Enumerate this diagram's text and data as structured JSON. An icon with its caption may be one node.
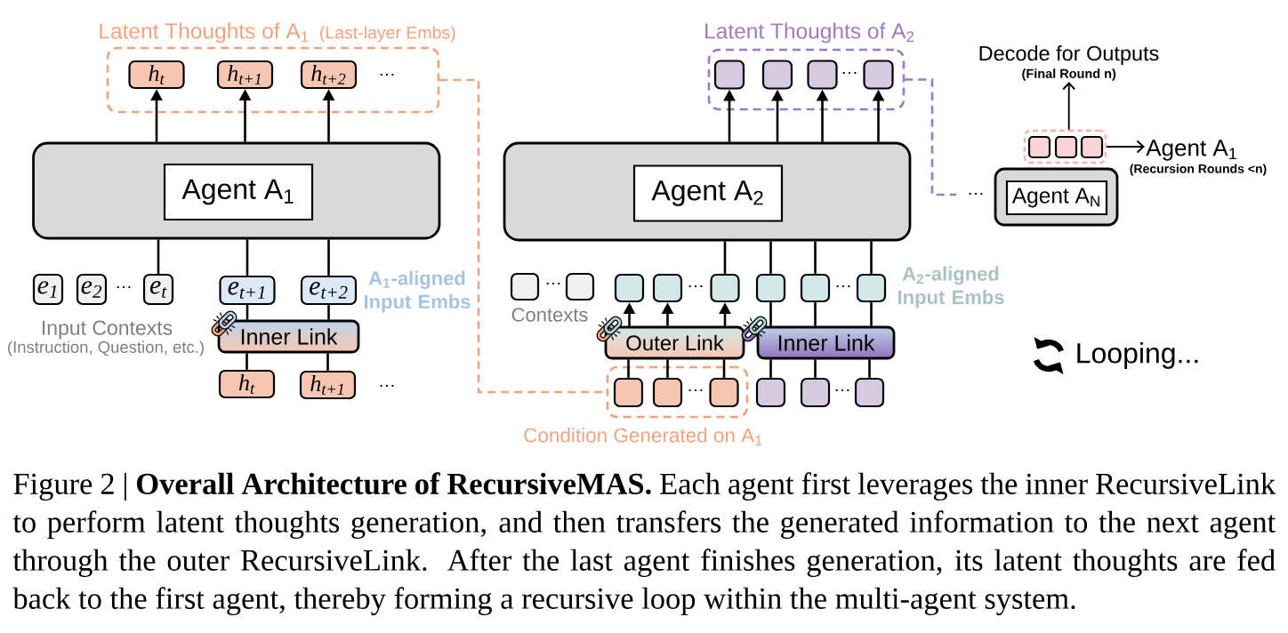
{
  "diagram": {
    "caption": "Figure 2 | **Overall Architecture of RecursiveMAS.** Each agent first leverages the inner RecursiveLink to perform latent thoughts generation, and then transfers the generated information to the next agent through the outer RecursiveLink. After the last agent finishes generation, its latent thoughts are fed back to the first agent, thereby forming a recursive loop within the multi-agent system.",
    "nodes": [
      {
        "text": [
          "Latent Thoughts of A$_{1}$",
          "(Last-layer Embs)"
        ]
      },
      {
        "text": [
          "h$_{t}$"
        ],
        "in": 0
      },
      {
        "text": [
          "h$_{t+1}$"
        ],
        "in": 0
      },
      {
        "text": [
          "h$_{t+2}$"
        ],
        "in": 0
      },
      {
        "text": [],
        "shape": "box"
      },
      {
        "text": [
          "Agent A$_{1}$"
        ],
        "in": 4
      },
      {
        "text": [
          "e$_{1}$"
        ]
      },
      {
        "text": [
          "e$_{2}$"
        ]
      },
      {
        "text": [
          "e$_{t}$"
        ]
      },
      {
        "text": [
          "e$_{t+1}$"
        ]
      },
      {
        "text": [
          "e$_{t+2}$"
        ]
      },
      {
        "text": [
          "Inner Link"
        ]
      },
      {
        "text": [
          "h$_{t}$"
        ]
      },
      {
        "text": [
          "h$_{t+1}$"
        ]
      },
      {
        "text": [
          "Latent Thoughts of A$_{2}$"
        ]
      },
      {
        "text": [],
        "shape": "box",
        "in": 14
      },
      {
        "text": [],
        "shape": "box",
        "in": 14
      },
      {
        "text": [],
        "shape": "box",
        "in": 14
      },
      {
        "text": [],
        "shape": "box",
        "in": 14
      },
      {
        "text": [],
        "shape": "box"
      },
      {
        "text": [
          "Agent A$_{2}$"
        ],
        "in": 19
      },
      {
        "text": [],
        "shape": "box"
      },
      {
        "text": [],
        "shape": "box"
      },
      {
        "text": [],
        "shape": "box"
      },
      {
        "text": [],
        "shape": "box"
      },
      {
        "text": [],
        "shape": "box"
      },
      {
        "text": [],
        "shape": "box"
      },
      {
        "text": [],
        "shape": "box"
      },
      {
        "text": [],
        "shape": "box"
      },
      {
        "text": [
          "Outer Link"
        ]
      },
      {
        "text": [
          "Inner Link"
        ]
      },
      {
        "text": [
          "Condition Generated on A$_{1}$"
        ]
      },
      {
        "text": [],
        "shape": "box",
        "in": 31
      },
      {
        "text": [],
        "shape": "box",
        "in": 31
      },
      {
        "text": [],
        "shape": "box",
        "in": 31
      },
      {
        "text": [],
        "shape": "box"
      },
      {
        "text": [],
        "shape": "box"
      },
      {
        "text": [],
        "shape": "box"
      },
      {
        "text": [],
        "shape": "box"
      },
      {
        "text": [],
        "shape": "box",
        "in": 38
      },
      {
        "text": [],
        "shape": "box",
        "in": 38
      },
      {
        "text": [],
        "shape": "box",
        "in": 38
      },
      {
        "text": [],
        "shape": "box"
      },
      {
        "text": [
          "Agent A$_{N}$"
        ],
        "in": 42
      },
      {
        "text": [
          "Decode for Outputs",
          "(Final Round n)"
        ]
      },
      {
        "text": [
          "Agent A$_{1}$",
          "(Recursion Rounds <n)"
        ]
      }
    ],
    "edges": [
      {
        "from": 4,
        "to": 1,
        "arrow": "to"
      },
      {
        "from": 4,
        "to": 2,
        "arrow": "to"
      },
      {
        "from": 4,
        "to": 3,
        "arrow": "to"
      },
      {
        "from": 8,
        "to": 4,
        "arrow": "none"
      },
      {
        "from": 9,
        "to": 4,
        "arrow": "none"
      },
      {
        "from": 10,
        "to": 4,
        "arrow": "none"
      },
      {
        "from": 11,
        "to": 9,
        "arrow": "none"
      },
      {
        "from": 11,
        "to": 10,
        "arrow": "none"
      },
      {
        "from": 12,
        "to": 11,
        "arrow": "none"
      },
      {
        "from": 13,
        "to": 11,
        "arrow": "none"
      },
      {
        "from": 0,
        "to": 31,
        "arrow": "none",
        "style": "dashed",
        "color": "#f2a27d"
      },
      {
        "from": 19,
        "to": 15,
        "arrow": "to"
      },
      {
        "from": 19,
        "to": 16,
        "arrow": "to"
      },
      {
        "from": 19,
        "to": 17,
        "arrow": "to"
      },
      {
        "from": 19,
        "to": 18,
        "arrow": "to"
      },
      {
        "from": 25,
        "to": 19,
        "arrow": "none"
      },
      {
        "from": 26,
        "to": 19,
        "arrow": "none"
      },
      {
        "from": 27,
        "to": 19,
        "arrow": "none"
      },
      {
        "from": 28,
        "to": 19,
        "arrow": "none"
      },
      {
        "from": 29,
        "to": 23,
        "arrow": "to"
      },
      {
        "from": 29,
        "to": 24,
        "arrow": "to"
      },
      {
        "from": 29,
        "to": 25,
        "arrow": "to"
      },
      {
        "from": 30,
        "to": 26,
        "arrow": "none"
      },
      {
        "from": 30,
        "to": 27,
        "arrow": "none"
      },
      {
        "from": 30,
        "to": 28,
        "arrow": "none"
      },
      {
        "from": 32,
        "to": 29,
        "arrow": "none"
      },
      {
        "from": 33,
        "to": 29,
        "arrow": "none"
      },
      {
        "from": 34,
        "to": 29,
        "arrow": "none"
      },
      {
        "from": 35,
        "to": 30,
        "arrow": "none"
      },
      {
        "from": 36,
        "to": 30,
        "arrow": "none"
      },
      {
        "from": 37,
        "to": 30,
        "arrow": "none"
      },
      {
        "from": 14,
        "to": null,
        "arrow": "none",
        "style": "dashed",
        "color": "#9c7bbf"
      },
      {
        "from": 38,
        "to": 44,
        "arrow": "to"
      },
      {
        "from": 38,
        "to": 45,
        "arrow": "to"
      }
    ],
    "labels": [
      "…",
      "…",
      "…",
      "…",
      "A$_{1}$-aligned Input Embs",
      "…",
      "…",
      "…",
      "A$_{2}$-aligned Input Embs",
      "Contexts",
      "Input Contexts",
      "(Instruction, Question, etc.)",
      "Looping...",
      "…",
      "…",
      "…"
    ]
  }
}
